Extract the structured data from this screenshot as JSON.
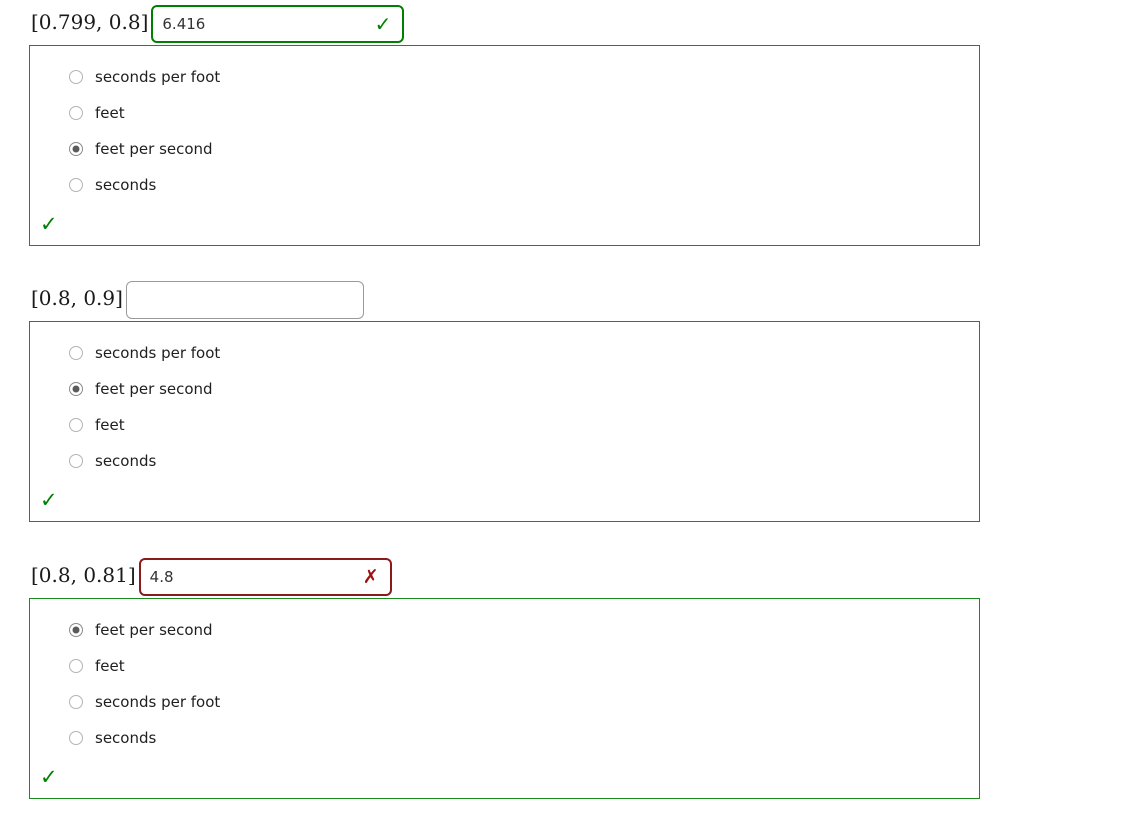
{
  "page": {
    "title": "Quiz Answer Review",
    "colors": {
      "correct_green": "#008000",
      "box_border_green": "#1a8b1a",
      "incorrect_red": "#8b1a1a",
      "cross_red": "#a01212",
      "radio_unselected": "#b4b4b4",
      "radio_dot": "#5a5a5a",
      "input_border_gray": "#9a9a9a",
      "text": "#1f1f1f"
    }
  },
  "blocks": [
    {
      "interval_label": "[0.799, 0.8]",
      "input": {
        "value": "6.416",
        "placeholder": "",
        "state": "correct",
        "mark": "✓",
        "mark_name": "check-icon"
      },
      "options": [
        {
          "label": "seconds per foot",
          "selected": false
        },
        {
          "label": "feet",
          "selected": false
        },
        {
          "label": "feet per second",
          "selected": true
        },
        {
          "label": "seconds",
          "selected": false
        }
      ],
      "footer_mark": "✓",
      "footer_mark_name": "check-icon"
    },
    {
      "interval_label": "[0.8, 0.9]",
      "input": {
        "value": "",
        "placeholder": "",
        "state": "empty",
        "mark": "",
        "mark_name": "none"
      },
      "options": [
        {
          "label": "seconds per foot",
          "selected": false
        },
        {
          "label": "feet per second",
          "selected": true
        },
        {
          "label": "feet",
          "selected": false
        },
        {
          "label": "seconds",
          "selected": false
        }
      ],
      "footer_mark": "✓",
      "footer_mark_name": "check-icon"
    },
    {
      "interval_label": "[0.8, 0.81]",
      "input": {
        "value": "4.8",
        "placeholder": "",
        "state": "incorrect",
        "mark": "✗",
        "mark_name": "cross-icon"
      },
      "options": [
        {
          "label": "feet per second",
          "selected": true
        },
        {
          "label": "feet",
          "selected": false
        },
        {
          "label": "seconds per foot",
          "selected": false
        },
        {
          "label": "seconds",
          "selected": false
        }
      ],
      "footer_mark": "✓",
      "footer_mark_name": "check-icon"
    }
  ]
}
